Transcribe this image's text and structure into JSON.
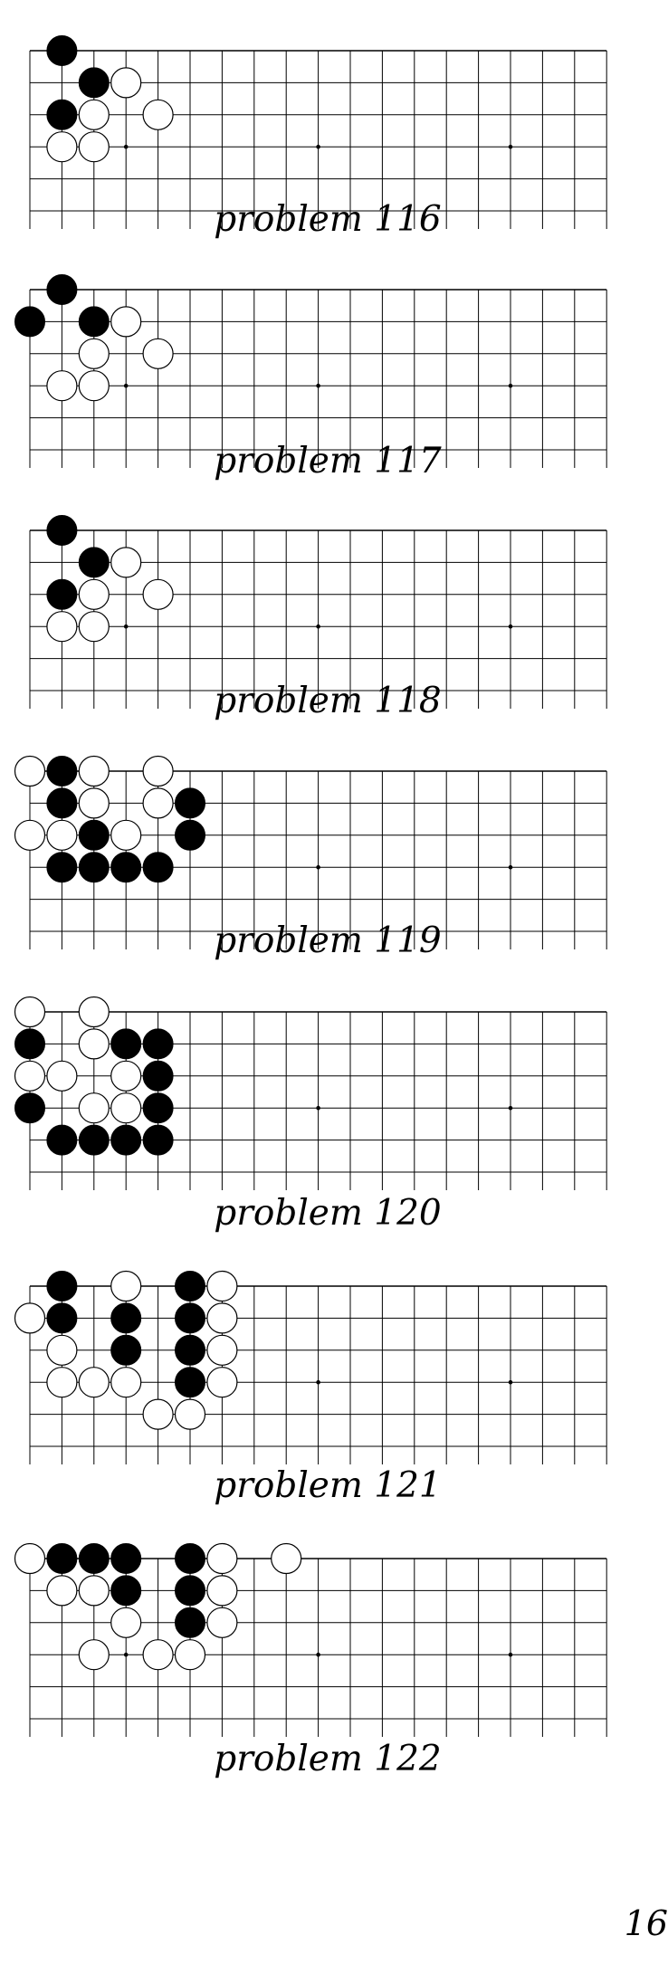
{
  "board": {
    "columns": 19,
    "rows_shown": 6,
    "open_side": "bottom",
    "star_points": [
      [
        4,
        4
      ],
      [
        10,
        4
      ],
      [
        16,
        4
      ]
    ],
    "stone_colors": {
      "black": "#000000",
      "white": "#ffffff"
    }
  },
  "problems": [
    {
      "caption": "problem 116",
      "stones": {
        "black": [
          [
            2,
            1
          ],
          [
            3,
            2
          ],
          [
            2,
            3
          ]
        ],
        "white": [
          [
            4,
            2
          ],
          [
            3,
            3
          ],
          [
            5,
            3
          ],
          [
            2,
            4
          ],
          [
            3,
            4
          ]
        ]
      }
    },
    {
      "caption": "problem 117",
      "stones": {
        "black": [
          [
            2,
            1
          ],
          [
            1,
            2
          ],
          [
            3,
            2
          ]
        ],
        "white": [
          [
            4,
            2
          ],
          [
            3,
            3
          ],
          [
            5,
            3
          ],
          [
            2,
            4
          ],
          [
            3,
            4
          ]
        ]
      }
    },
    {
      "caption": "problem 118",
      "stones": {
        "black": [
          [
            2,
            1
          ],
          [
            3,
            2
          ],
          [
            2,
            3
          ]
        ],
        "white": [
          [
            4,
            2
          ],
          [
            3,
            3
          ],
          [
            5,
            3
          ],
          [
            2,
            4
          ],
          [
            3,
            4
          ]
        ]
      }
    },
    {
      "caption": "problem 119",
      "stones": {
        "black": [
          [
            2,
            1
          ],
          [
            2,
            2
          ],
          [
            6,
            2
          ],
          [
            3,
            3
          ],
          [
            6,
            3
          ],
          [
            2,
            4
          ],
          [
            3,
            4
          ],
          [
            4,
            4
          ],
          [
            5,
            4
          ]
        ],
        "white": [
          [
            1,
            1
          ],
          [
            3,
            1
          ],
          [
            5,
            1
          ],
          [
            3,
            2
          ],
          [
            5,
            2
          ],
          [
            1,
            3
          ],
          [
            2,
            3
          ],
          [
            4,
            3
          ]
        ]
      }
    },
    {
      "caption": "problem 120",
      "stones": {
        "black": [
          [
            1,
            2
          ],
          [
            4,
            2
          ],
          [
            5,
            2
          ],
          [
            5,
            3
          ],
          [
            1,
            4
          ],
          [
            5,
            4
          ],
          [
            2,
            5
          ],
          [
            3,
            5
          ],
          [
            4,
            5
          ],
          [
            5,
            5
          ]
        ],
        "white": [
          [
            1,
            1
          ],
          [
            3,
            1
          ],
          [
            3,
            2
          ],
          [
            1,
            3
          ],
          [
            2,
            3
          ],
          [
            4,
            3
          ],
          [
            3,
            4
          ],
          [
            4,
            4
          ]
        ]
      }
    },
    {
      "caption": "problem 121",
      "stones": {
        "black": [
          [
            2,
            1
          ],
          [
            6,
            1
          ],
          [
            2,
            2
          ],
          [
            4,
            2
          ],
          [
            6,
            2
          ],
          [
            4,
            3
          ],
          [
            6,
            3
          ],
          [
            6,
            4
          ]
        ],
        "white": [
          [
            4,
            1
          ],
          [
            7,
            1
          ],
          [
            1,
            2
          ],
          [
            7,
            2
          ],
          [
            2,
            3
          ],
          [
            7,
            3
          ],
          [
            2,
            4
          ],
          [
            3,
            4
          ],
          [
            4,
            4
          ],
          [
            7,
            4
          ],
          [
            5,
            5
          ],
          [
            6,
            5
          ]
        ]
      }
    },
    {
      "caption": "problem 122",
      "stones": {
        "black": [
          [
            2,
            1
          ],
          [
            3,
            1
          ],
          [
            4,
            1
          ],
          [
            6,
            1
          ],
          [
            4,
            2
          ],
          [
            6,
            2
          ],
          [
            6,
            3
          ]
        ],
        "white": [
          [
            1,
            1
          ],
          [
            7,
            1
          ],
          [
            9,
            1
          ],
          [
            2,
            2
          ],
          [
            3,
            2
          ],
          [
            7,
            2
          ],
          [
            4,
            3
          ],
          [
            7,
            3
          ],
          [
            3,
            4
          ],
          [
            5,
            4
          ],
          [
            6,
            4
          ]
        ]
      }
    }
  ],
  "page_number": "16"
}
